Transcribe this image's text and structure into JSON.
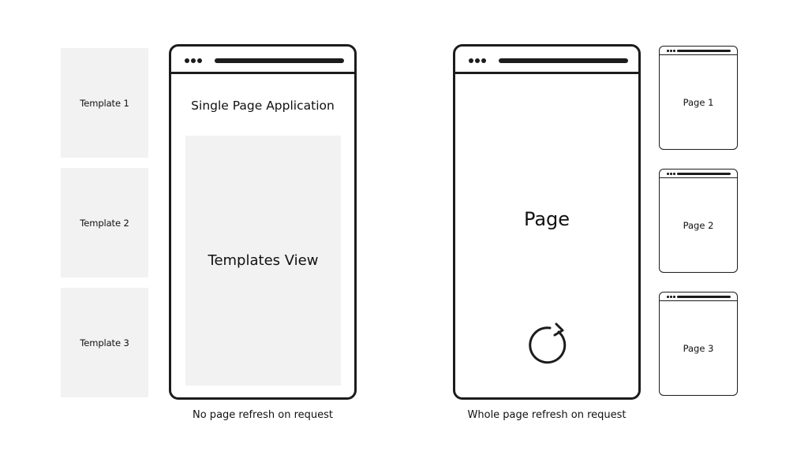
{
  "templates": [
    {
      "label": "Template 1"
    },
    {
      "label": "Template 2"
    },
    {
      "label": "Template 3"
    }
  ],
  "spa": {
    "title": "Single Page Application",
    "view_label": "Templates View",
    "caption": "No page refresh on request"
  },
  "mpa": {
    "page_label": "Page",
    "caption": "Whole page refresh on request",
    "icon": "refresh-icon"
  },
  "pages": [
    {
      "label": "Page 1"
    },
    {
      "label": "Page 2"
    },
    {
      "label": "Page 3"
    }
  ],
  "colors": {
    "stroke": "#1c1c1c",
    "panel_fill": "#f2f2f2",
    "background": "#ffffff"
  }
}
